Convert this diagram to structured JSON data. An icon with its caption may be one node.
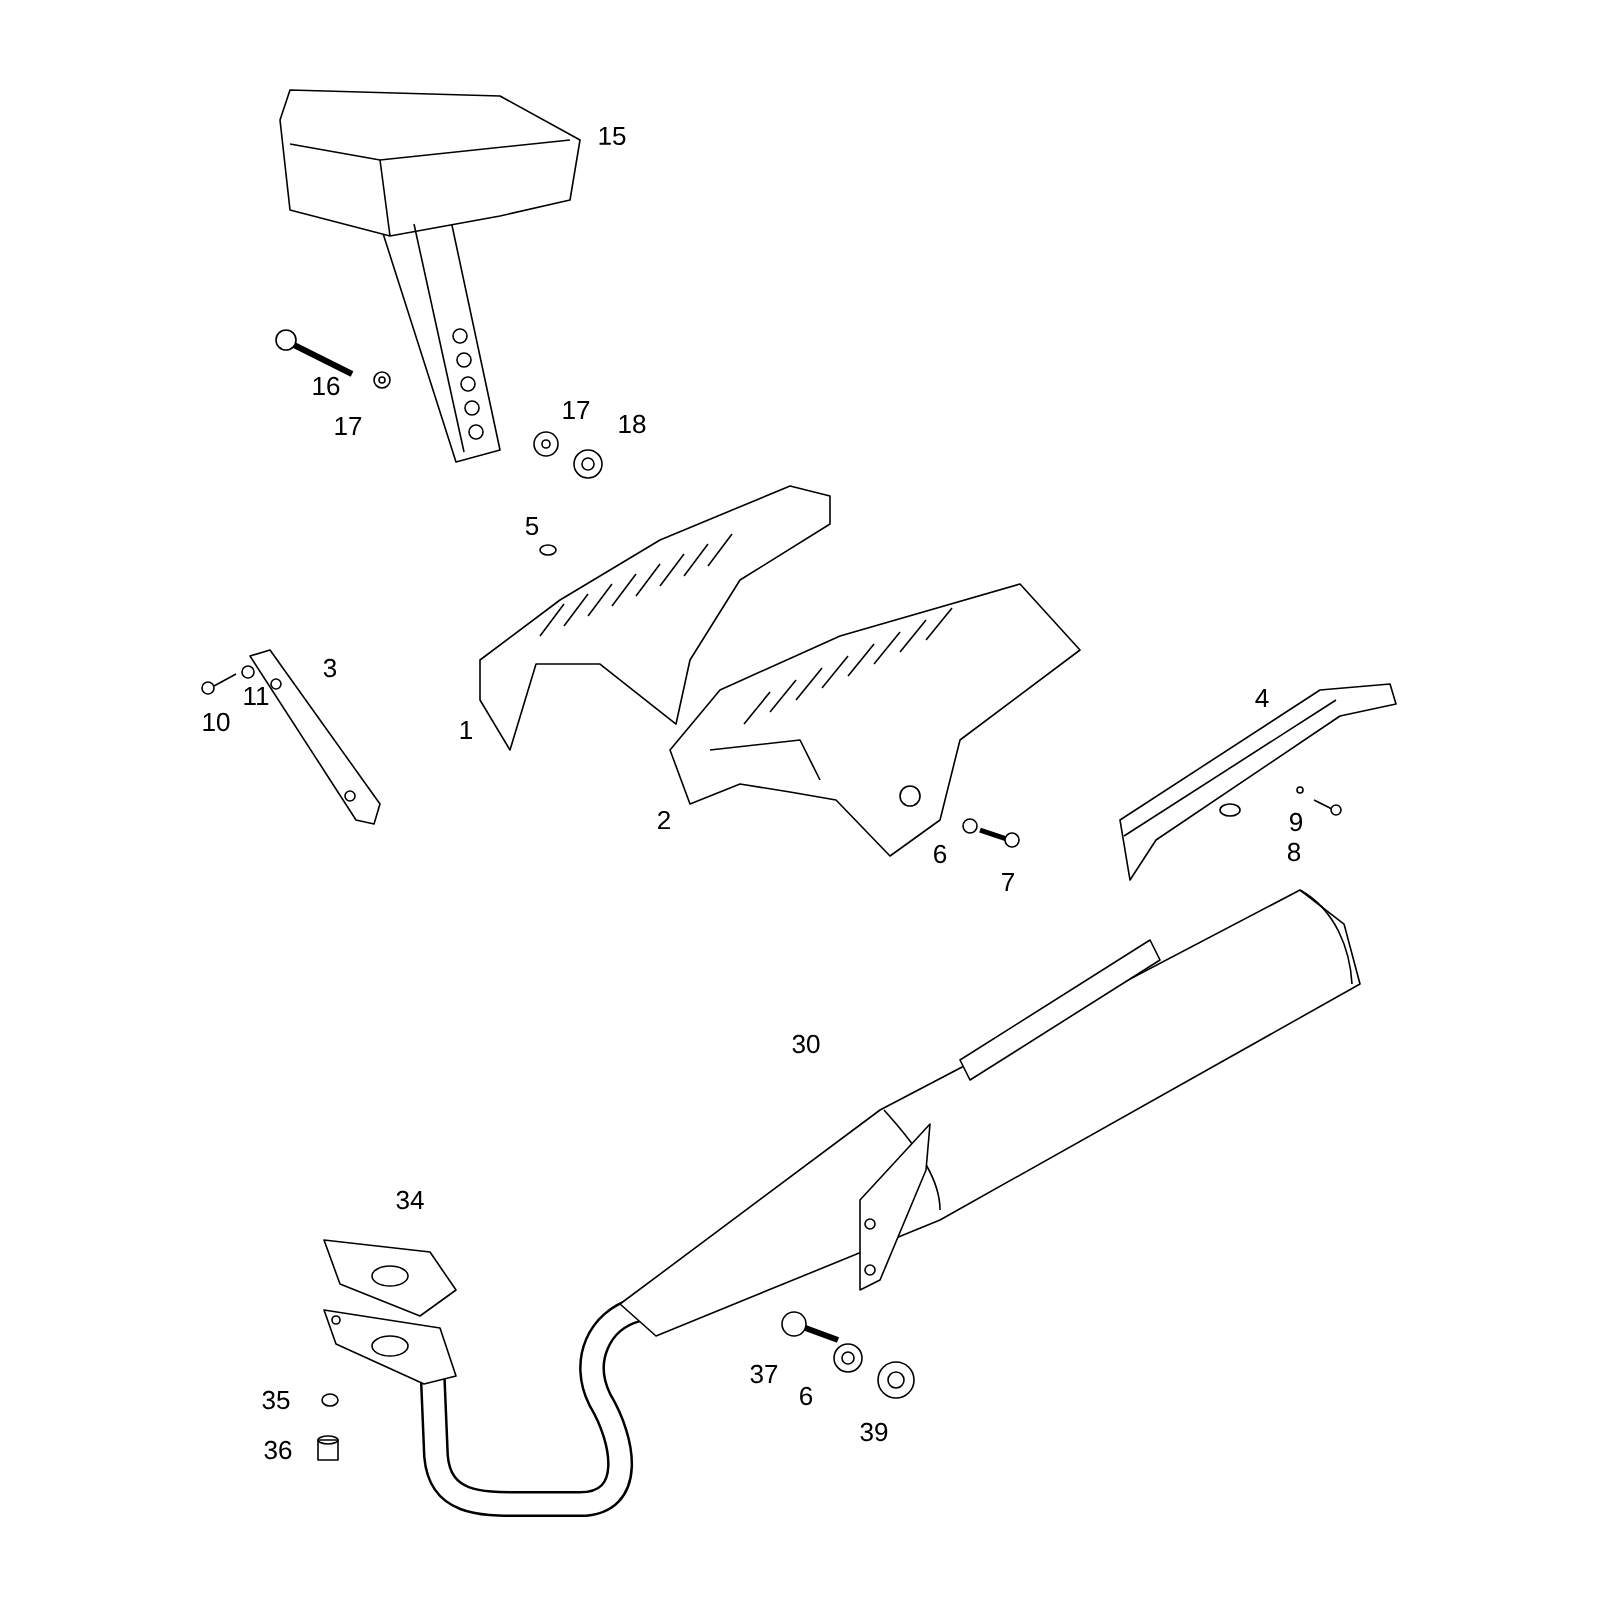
{
  "diagram": {
    "labels": [
      "15",
      "16",
      "17",
      "17",
      "18",
      "5",
      "3",
      "4",
      "11",
      "1",
      "10",
      "2",
      "9",
      "6",
      "8",
      "7",
      "30",
      "34",
      "37",
      "6",
      "35",
      "39",
      "36"
    ]
  }
}
